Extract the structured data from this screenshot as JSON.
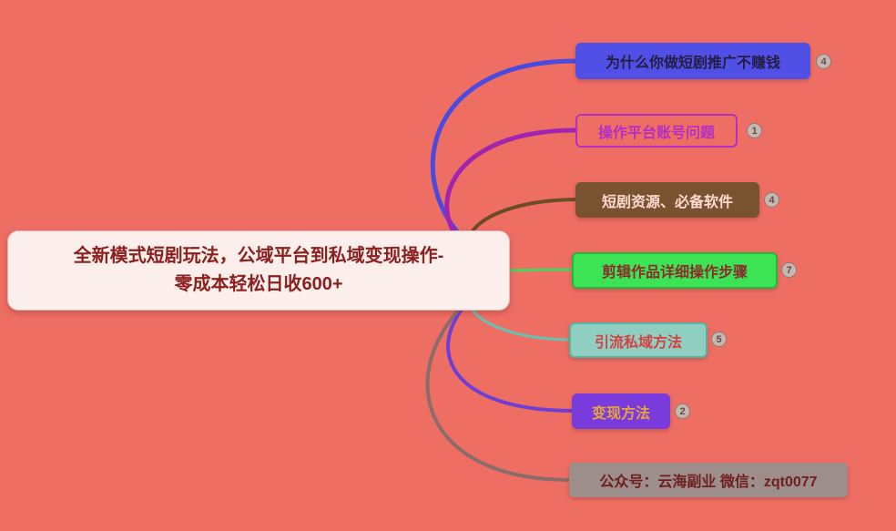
{
  "canvas": {
    "background_color": "#ee6e64"
  },
  "root": {
    "line1": "全新模式短剧玩法，公域平台到私域变现操作-",
    "line2": "零成本轻松日收600+",
    "fill_color": "#fceeea",
    "text_color": "#8b2020"
  },
  "branches": [
    {
      "label": "为什么你做短剧推广不赚钱",
      "badge": "4",
      "fill_color": "#5050e6",
      "text_color": "#241d44",
      "line_color": "#4a49e0"
    },
    {
      "label": "操作平台账号问题",
      "badge": "1",
      "fill_color": "transparent",
      "text_color": "#b32fc4",
      "line_color": "#a124b0"
    },
    {
      "label": "短剧资源、必备软件",
      "badge": "4",
      "fill_color": "#795230",
      "text_color": "#ffd9d0",
      "line_color": "#6d4a28"
    },
    {
      "label": "剪辑作品详细操作步骤",
      "badge": "7",
      "fill_color": "#3ce455",
      "text_color": "#8c2b2b",
      "line_color": "#46d65c"
    },
    {
      "label": "引流私域方法",
      "badge": "5",
      "fill_color": "#8ecfc2",
      "text_color": "#d64040",
      "line_color": "#63c2b2"
    },
    {
      "label": "变现方法",
      "badge": "2",
      "fill_color": "#7a3bdd",
      "text_color": "#e8a33d",
      "line_color": "#6f3fd4"
    },
    {
      "label": "公众号：云海副业  微信：zqt0077",
      "fill_color": "#9d8d8b",
      "text_color": "#6e1f1f",
      "line_color": "#8a6d6b"
    }
  ]
}
